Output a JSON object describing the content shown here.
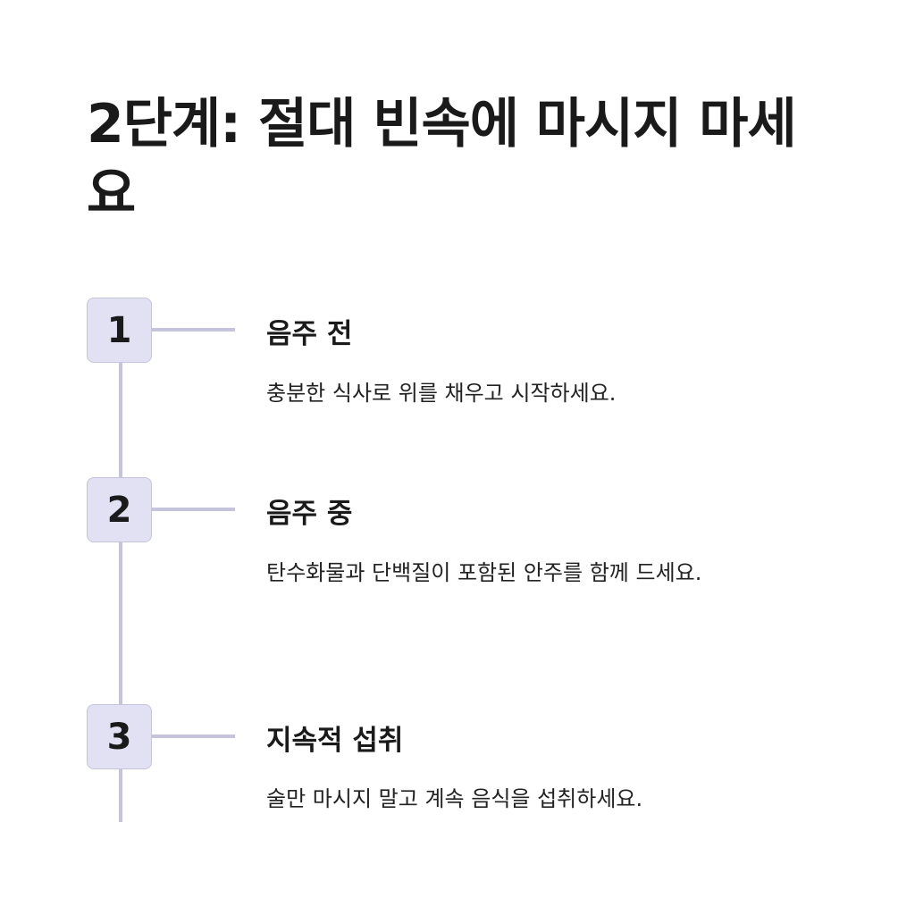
{
  "title": "2단계: 절대 빈속에 마시지 마세요",
  "steps": [
    {
      "number": "1",
      "heading": "음주 전",
      "description": "충분한 식사로 위를 채우고 시작하세요."
    },
    {
      "number": "2",
      "heading": "음주 중",
      "description": "탄수화물과 단백질이 포함된 안주를 함께 드세요."
    },
    {
      "number": "3",
      "heading": "지속적 섭취",
      "description": "술만 마시지 말고 계속 음식을 섭취하세요."
    }
  ],
  "colors": {
    "connector": "#c6c4dc",
    "box_fill": "#e1e1f3"
  }
}
